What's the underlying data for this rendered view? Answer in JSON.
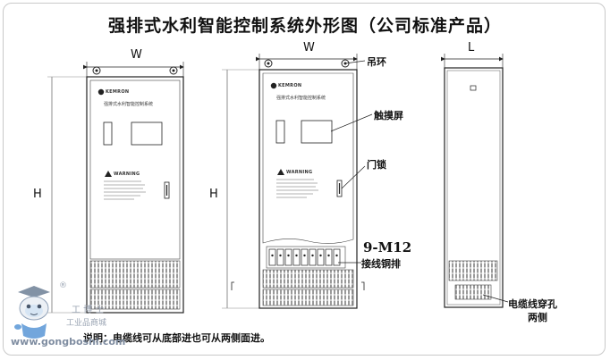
{
  "title": "强排式水利智能控制系统外形图（公司标准产品）",
  "dimensions": {
    "width": "W",
    "height": "H",
    "depth": "L"
  },
  "callouts": {
    "lifting_ring": "吊环",
    "touch_screen": "触摸屏",
    "door_lock": "门锁",
    "terminal_spec": "9-M12",
    "copper_bar": "接线铜排",
    "cable_hole": "电缆线穿孔",
    "both_sides": "两侧"
  },
  "panel": {
    "brand": "KEMRON",
    "system_name": "强排式水利智能控制系统",
    "warning": "WARNING"
  },
  "note": "说明：电缆线可从底部进也可从两侧面进。",
  "watermark": {
    "site": "www.gongboshi.com",
    "name": "工 博 士",
    "tagline": "工业品商城",
    "registered": "®"
  }
}
